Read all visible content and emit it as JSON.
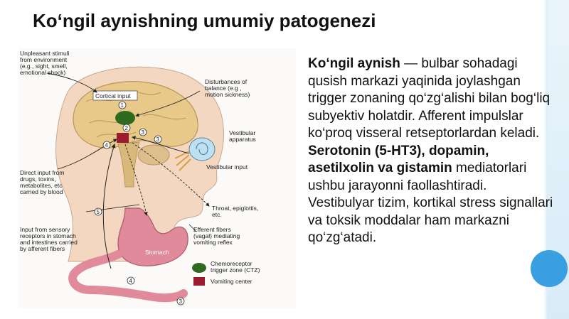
{
  "slide": {
    "title": "Ko‘ngil aynishning umumiy patogenezi"
  },
  "body": {
    "term": "Ko‘ngil aynish",
    "part1": " — bulbar sohadagi qusish markazi yaqinida joylashgan trigger zonaning qo‘zg‘alishi bilan bog‘liq subyektiv holatdir. Afferent impulslar ko‘proq visseral retseptorlardan keladi. ",
    "mediators": "Serotonin (5-HT3), dopamin, asetilxolin va gistamin",
    "part2": " mediatorlari ushbu jarayonni faollashtiradi. Vestibulyar tizim, kortikal stress signallari va toksik moddalar ham markazni qo‘zg‘atadi."
  },
  "diagram": {
    "labels": {
      "stimuli": [
        "Unpleasant stimuli",
        "from environment",
        "(e.g., sight, smell,",
        "emotional shock)"
      ],
      "cortical": "Cortical input",
      "balance": [
        "Disturbances of",
        "balance (e.g ,",
        "motion sickness)"
      ],
      "vestibular_apparatus": [
        "Vestibular",
        "apparatus"
      ],
      "vestibular_input": "Vestibular input",
      "direct_input": [
        "Direct input from",
        "drugs, toxins,",
        "metabolites, etc",
        "carried by blood"
      ],
      "throat": [
        "Throat, epiglottis,",
        "etc."
      ],
      "efferent": [
        "Efferent fibers",
        "(vagal) mediating",
        "vomiting reflex"
      ],
      "sensory": [
        "Input from sensory",
        "receptors in stomach",
        "and intestines carried",
        "by afferent fibers"
      ],
      "stomach": "Stomach",
      "ctz_legend": [
        "Chemoreceptor",
        "trigger zone (CTZ)"
      ],
      "vomiting_legend": "Vomiting center"
    },
    "markers": [
      "1",
      "2",
      "3",
      "4",
      "5",
      "3",
      "4",
      "3"
    ],
    "colors": {
      "ctz": "#2e6b1e",
      "vomiting_center": "#9b1b30",
      "brain": "#e8c98a",
      "stomach": "#e08a9b",
      "skin": "#f3d7c0",
      "ear": "#bfe0f0"
    }
  }
}
